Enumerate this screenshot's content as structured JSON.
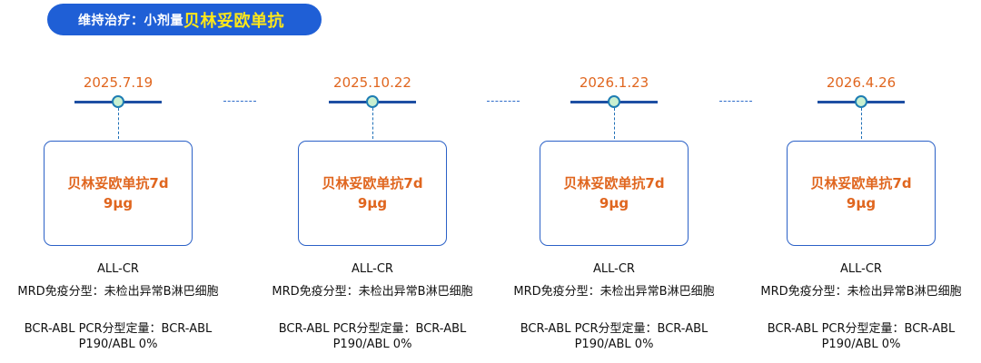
{
  "header": {
    "prefix": "维持治疗：小剂量",
    "drug": "贝林妥欧单抗"
  },
  "nodes": [
    {
      "date": "2025.7.19",
      "drug": "贝林妥欧单抗7d",
      "dose": "9μg",
      "status": "ALL-CR",
      "mrd": "MRD免疫分型：未检出异常B淋巴细胞",
      "bcr": "BCR-ABL PCR分型定量：BCR-ABL P190/ABL 0%"
    },
    {
      "date": "2025.10.22",
      "drug": "贝林妥欧单抗7d",
      "dose": "9μg",
      "status": "ALL-CR",
      "mrd": "MRD免疫分型：未检出异常B淋巴细胞",
      "bcr": "BCR-ABL PCR分型定量：BCR-ABL P190/ABL 0%"
    },
    {
      "date": "2026.1.23",
      "drug": "贝林妥欧单抗7d",
      "dose": "9μg",
      "status": "ALL-CR",
      "mrd": "MRD免疫分型：未检出异常B淋巴细胞",
      "bcr": "BCR-ABL PCR分型定量：BCR-ABL P190/ABL 0%"
    },
    {
      "date": "2026.4.26",
      "drug": "贝林妥欧单抗7d",
      "dose": "9μg",
      "status": "ALL-CR",
      "mrd": "MRD免疫分型：未检出异常B淋巴细胞",
      "bcr": "BCR-ABL PCR分型定量：BCR-ABL P190/ABL 0%"
    }
  ],
  "colors": {
    "header_bg": "#1f5fd6",
    "highlight": "#ffe818",
    "accent": "#e0661f",
    "timeline": "#1e4fa3"
  }
}
